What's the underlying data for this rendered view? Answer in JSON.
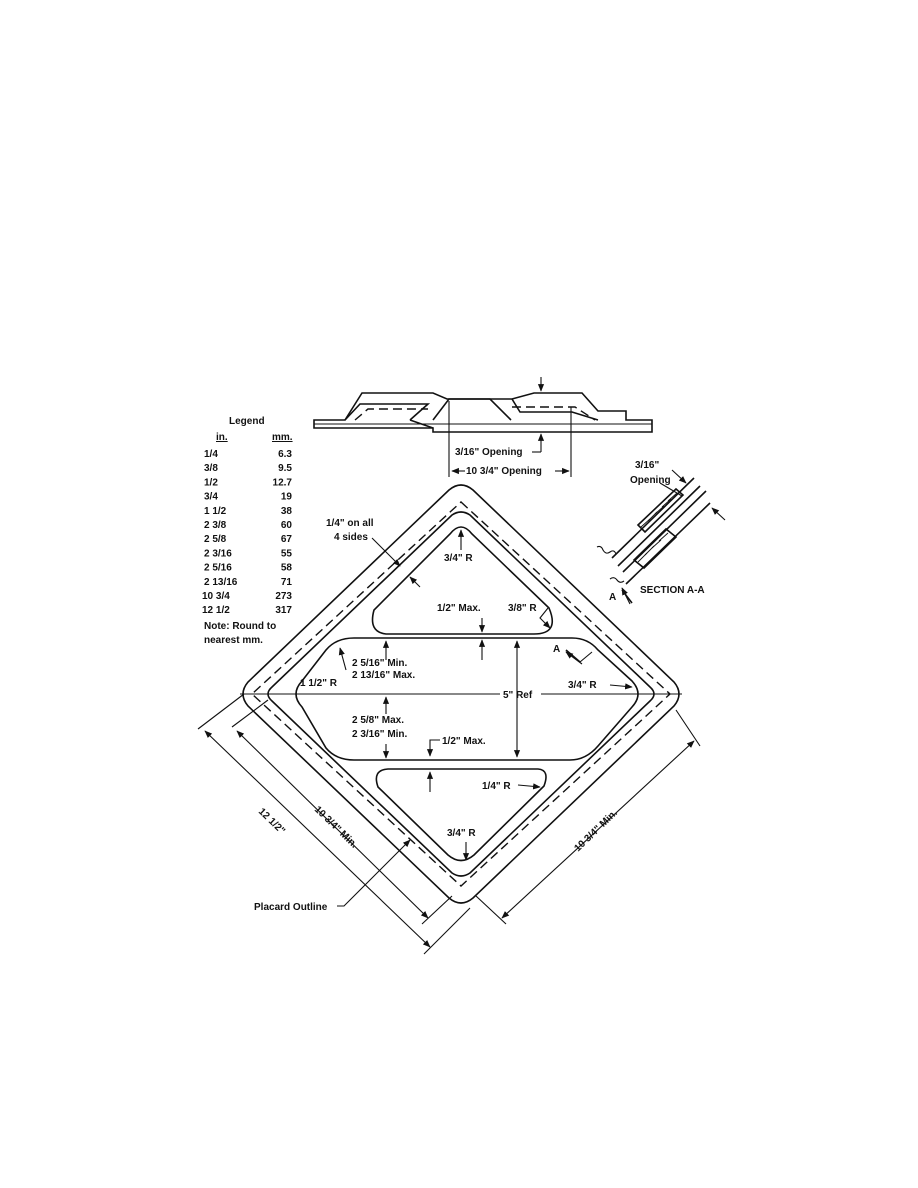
{
  "legend": {
    "title": "Legend",
    "col_in": "in.",
    "col_mm": "mm.",
    "rows": [
      {
        "in": "1/4",
        "mm": "6.3"
      },
      {
        "in": "3/8",
        "mm": "9.5"
      },
      {
        "in": "1/2",
        "mm": "12.7"
      },
      {
        "in": "3/4",
        "mm": "19"
      },
      {
        "in": "1 1/2",
        "mm": "38"
      },
      {
        "in": "2 3/8",
        "mm": "60"
      },
      {
        "in": "2 5/8",
        "mm": "67"
      },
      {
        "in": "2 3/16",
        "mm": "55"
      },
      {
        "in": "2 5/16",
        "mm": "58"
      },
      {
        "in": "2 13/16",
        "mm": "71"
      },
      {
        "in": "10 3/4",
        "mm": "273"
      },
      {
        "in": "12 1/2",
        "mm": "317"
      }
    ],
    "note_line1": "Note:  Round to",
    "note_line2": "nearest mm."
  },
  "profile": {
    "opening_small": "3/16\" Opening",
    "opening_large": "10  3/4\" Opening"
  },
  "section": {
    "opening_line1": "3/16\"",
    "opening_line2": "Opening",
    "cut_label": "A",
    "title": "SECTION A-A"
  },
  "placard": {
    "border_line1": "1/4\" on all",
    "border_line2": "4 sides",
    "top_radius": "3/4\" R",
    "upper_max": "1/2\" Max.",
    "upper_radius": "3/8\" R",
    "band_min": "2  5/16\" Min.",
    "band_max": "2  13/16\" Max.",
    "band_left_radius": "1  1/2\" R",
    "reference": "5\" Ref",
    "band_right_radius": "3/4\" R",
    "lower_max": "2  5/8\" Max.",
    "lower_min": "2  3/16\" Min.",
    "lower_half_max": "1/2\" Max.",
    "lower_radius": "1/4\" R",
    "bottom_radius": "3/4\" R",
    "outline_label": "Placard Outline",
    "dim_overall": "12  1/2\"",
    "dim_left": "10  3/4\" Min.",
    "dim_right": "10  3/4\" Min."
  }
}
